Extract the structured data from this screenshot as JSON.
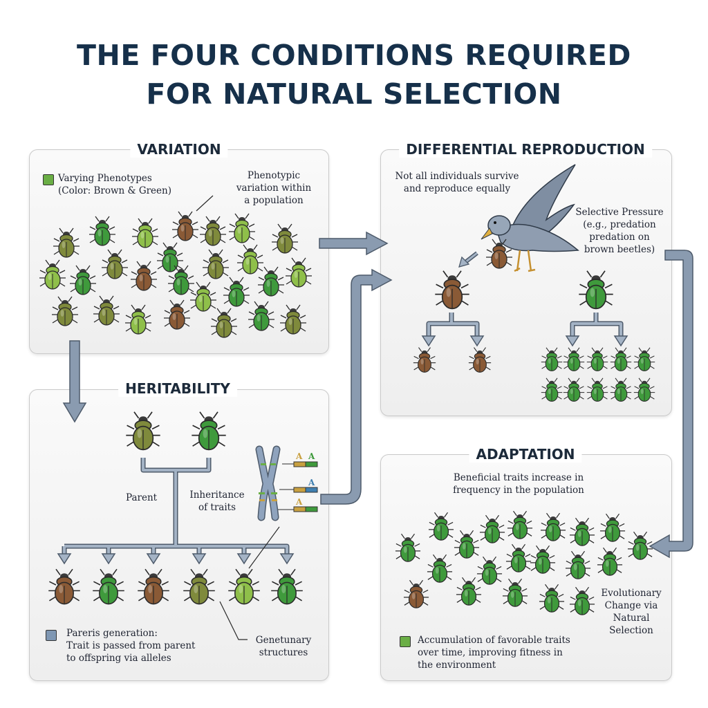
{
  "title": {
    "line1": "THE FOUR CONDITIONS REQUIRED",
    "line2": "FOR NATURAL SELECTION"
  },
  "panels": {
    "variation": {
      "title": "VARIATION",
      "legend": [
        "Varying Phenotypes",
        "(Color: Brown & Green)"
      ],
      "callout": [
        "Phenotypic",
        "variation within",
        "a population"
      ]
    },
    "differential": {
      "title": "DIFFERENTIAL REPRODUCTION",
      "note": [
        "Not all individuals survive",
        "and reproduce equally"
      ],
      "pressure": [
        "Selective Pressure",
        "(e.g., predation",
        "predation on",
        "brown beetles)"
      ]
    },
    "heritability": {
      "title": "HERITABILITY",
      "parent_label": "Parent",
      "inheritance": [
        "Inheritance",
        "of traits"
      ],
      "allele_labels": [
        "A",
        "A",
        "A",
        "A"
      ],
      "legend": [
        "Pareris generation:",
        "Trait is passed from parent",
        "to offspring via alleles"
      ],
      "genetic": [
        "Genetunary",
        "structures"
      ]
    },
    "adaptation": {
      "title": "ADAPTATION",
      "note": [
        "Beneficial traits increase in",
        "frequency in the population"
      ],
      "evolution": [
        "Evolutionary",
        "Change via",
        "Natural",
        "Selection"
      ],
      "legend": [
        "Accumulation of favorable traits",
        "over time, improving fitness in",
        "the environment"
      ]
    }
  },
  "colors": {
    "title": "#16304a",
    "arrow": "#8a9bb0",
    "arrow_outline": "#4d5a6a",
    "beetle_brown": "#8a5a36",
    "beetle_green": "#3f9a3c",
    "beetle_olive": "#7f8a3c",
    "beetle_lime": "#8fbf4a",
    "legend_green": "#6aae45",
    "legend_blue": "#7f97b3",
    "bird": "#7f8ea2"
  },
  "icons": [
    "beetle-icon",
    "bird-icon",
    "chromosome-icon",
    "allele-bar-icon",
    "flow-arrow-icon"
  ]
}
